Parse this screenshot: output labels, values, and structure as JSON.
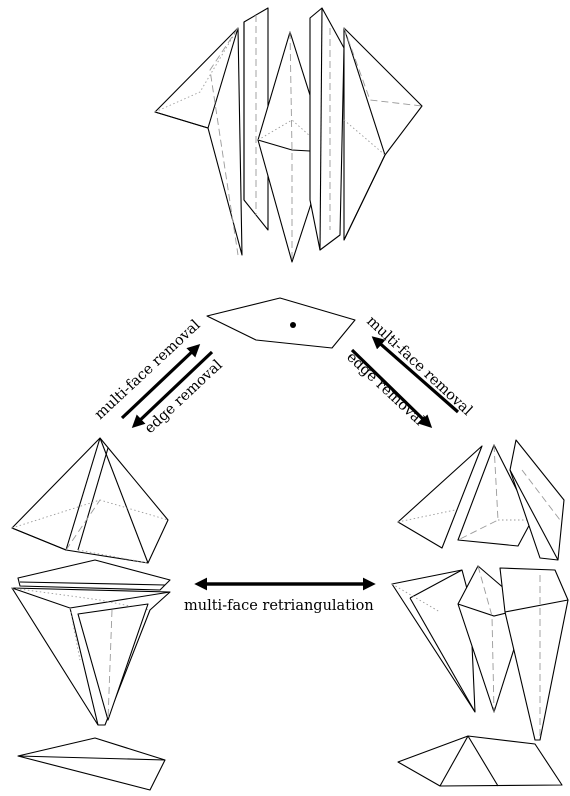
{
  "diagram": {
    "labels": {
      "top_left_multi_face": "multi-face removal",
      "top_left_edge": "edge removal",
      "top_right_multi_face": "multi-face removal",
      "top_right_edge": "edge removal",
      "bottom_retriangulation": "multi-face retriangulation"
    },
    "colors": {
      "stroke": "#000000",
      "hidden_edge": "#9a9a9a",
      "background": "#ffffff"
    }
  }
}
